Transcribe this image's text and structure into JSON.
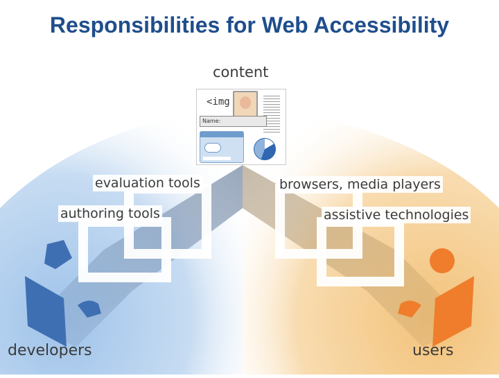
{
  "title": "Responsibilities for Web Accessibility",
  "labels": {
    "content": "content",
    "evaluation_tools": "evaluation tools",
    "authoring_tools": "authoring tools",
    "browsers_media_players": "browsers, media players",
    "assistive_technologies": "assistive technologies",
    "developers": "developers",
    "users": "users"
  },
  "content_panel": {
    "img_tag": "<img",
    "name_field": "Name:"
  },
  "colors": {
    "title": "#1f4e8c",
    "developer_side": "#3f6fb3",
    "user_side": "#ef7d2b",
    "developer_glow": "#b7d2ef",
    "user_glow": "#f6d39c"
  }
}
